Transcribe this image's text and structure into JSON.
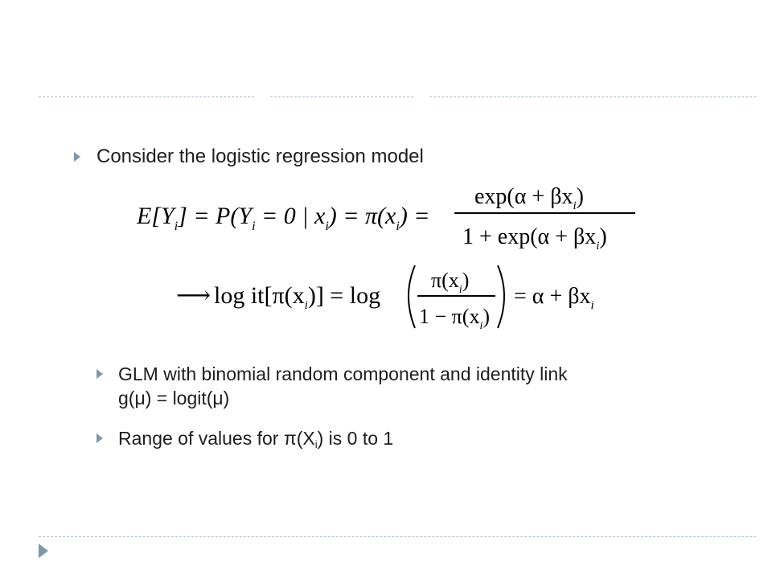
{
  "bullets": {
    "main": "Consider the logistic regression model",
    "sub1_line1": "GLM with binomial random component and identity link",
    "sub1_line2": "g(μ) = logit(μ)",
    "sub2_prefix": "Range of values for π(X",
    "sub2_subscript": "i",
    "sub2_suffix": ") is 0 to 1"
  },
  "equation1": {
    "lhs": "E[Y",
    "lhs_sub": "i",
    "mid1": "] = P(Y",
    "mid1_sub": "i",
    "mid2": " = 0 | x",
    "mid2_sub": "i",
    "mid3": ") = π(x",
    "mid3_sub": "i",
    "mid4": ") =",
    "numerator": "exp(α + βx",
    "numerator_sub": "i",
    "numerator_end": ")",
    "denominator": "1 + exp(α + βx",
    "denominator_sub": "i",
    "denominator_end": ")"
  },
  "equation2": {
    "arrow": "⟶",
    "logit": "log it[π(x",
    "logit_sub": "i",
    "logit_end": ")] = log",
    "frac_num": "π(x",
    "frac_num_sub": "i",
    "frac_num_end": ")",
    "frac_den": "1 − π(x",
    "frac_den_sub": "i",
    "frac_den_end": ")",
    "rhs": "= α + βx",
    "rhs_sub": "i"
  },
  "colors": {
    "accent": "#7f98a8",
    "rule": "#a9bcc8"
  }
}
